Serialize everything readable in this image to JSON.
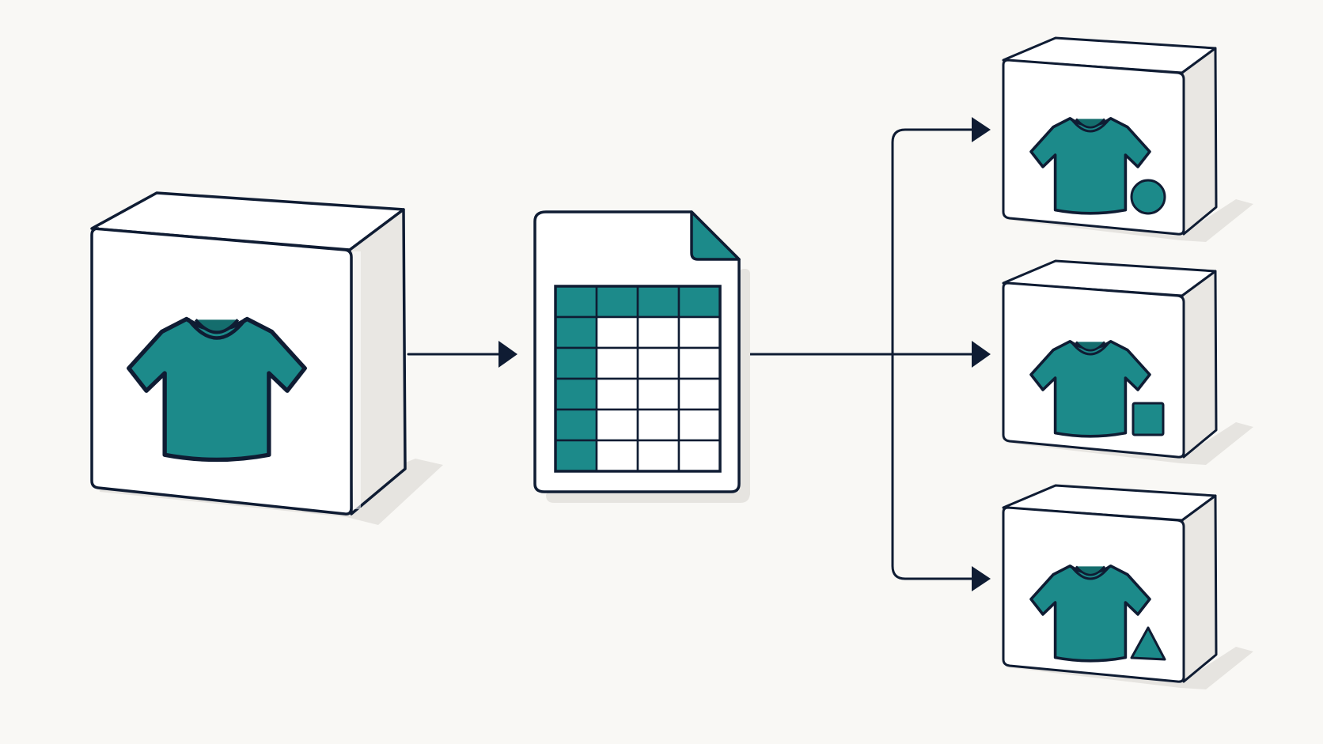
{
  "diagram": {
    "style": {
      "background": "#f9f8f5",
      "outline": "#0f1c33",
      "accent": "#1c8a8a",
      "accent_dark": "#146d6d",
      "box_front": "#ffffff",
      "box_side": "#e9e7e3",
      "shadow": "#e6e4e0"
    },
    "source": {
      "icon": "tshirt-icon"
    },
    "table": {
      "icon": "spreadsheet-icon",
      "rows": 6,
      "columns": 4,
      "header_row": true,
      "header_column": true
    },
    "outputs": [
      {
        "icon": "tshirt-icon",
        "badge": "circle"
      },
      {
        "icon": "tshirt-icon",
        "badge": "square"
      },
      {
        "icon": "tshirt-icon",
        "badge": "triangle"
      }
    ]
  }
}
